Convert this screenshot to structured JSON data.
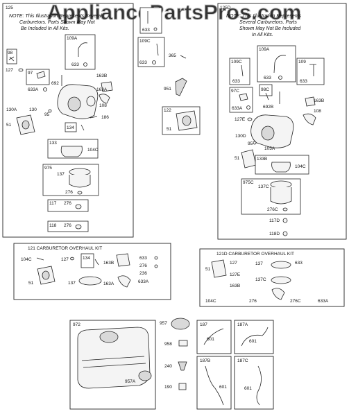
{
  "watermark": "AppliancePartsPros.com",
  "note_1": {
    "line_1": "NOTE: This Illustration Represents Several",
    "line_2": "Carburetors. Parts Shown May Not",
    "line_3": "Be Included In All Kits."
  },
  "note_2": {
    "line_1": "NOTE: This Illustration Represents",
    "line_2": "Several Carburetors. Parts",
    "line_3": "Shown May Not Be Included",
    "line_4": "In All Kits."
  },
  "kit_titles": {
    "kit_121": "121 CARBURETOR OVERHAUL KIT",
    "kit_121d": "121D CARBURETOR OVERHAUL KIT"
  },
  "parts": {
    "p125": "125",
    "p98": "98",
    "p127": "127",
    "p97": "97",
    "p633a": "633A",
    "p692": "692",
    "p109a": "109A",
    "p633": "633",
    "p163b": "163B",
    "p163a": "163A",
    "p108": "108",
    "p186": "186",
    "p130a": "130A",
    "p130": "130",
    "p95": "95",
    "p51": "51",
    "p134": "134",
    "p133": "133",
    "p104c": "104C",
    "p975": "975",
    "p137": "137",
    "p276": "276",
    "p117": "117",
    "p118": "118",
    "p109c": "109C",
    "p365": "365",
    "p951": "951",
    "p122": "122",
    "p125d": "125D",
    "p109": "109",
    "p97c": "97C",
    "p98c": "98C",
    "p692b": "692B",
    "p127e": "127E",
    "p130d": "130D",
    "p105a": "105A",
    "p133b": "133B",
    "p975c": "975C",
    "p137c": "137C",
    "p276c": "276C",
    "p117d": "117D",
    "p118d": "118D",
    "p236": "236",
    "p127e_k": "127E",
    "p163b_k": "163B",
    "p104c_k": "104C",
    "p972": "972",
    "p957": "957",
    "p957a": "957A",
    "p958": "958",
    "p240": "240",
    "p190": "190",
    "p187": "187",
    "p187a": "187A",
    "p187b": "187B",
    "p187c": "187C",
    "p601": "601"
  }
}
